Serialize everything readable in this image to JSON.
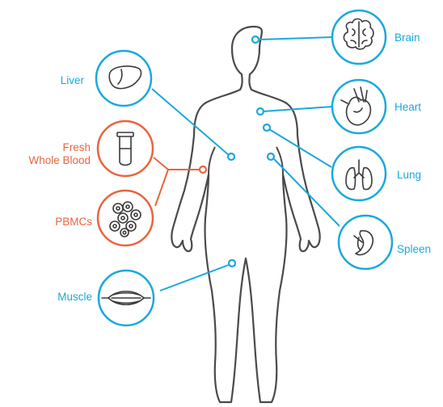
{
  "colors": {
    "blue": "#1ba8dc",
    "orange": "#e8653f",
    "body_outline": "#4a4a4a"
  },
  "labels": {
    "brain": "Brain",
    "heart": "Heart",
    "lung": "Lung",
    "spleen": "Spleen",
    "liver": "Liver",
    "blood_line1": "Fresh",
    "blood_line2": "Whole Blood",
    "pbmcs": "PBMCs",
    "muscle": "Muscle"
  },
  "icons": {
    "brain": "brain-icon",
    "heart": "heart-icon",
    "lung": "lungs-icon",
    "spleen": "spleen-icon",
    "liver": "liver-icon",
    "blood": "blood-tube-icon",
    "pbmcs": "cells-icon",
    "muscle": "muscle-icon"
  }
}
